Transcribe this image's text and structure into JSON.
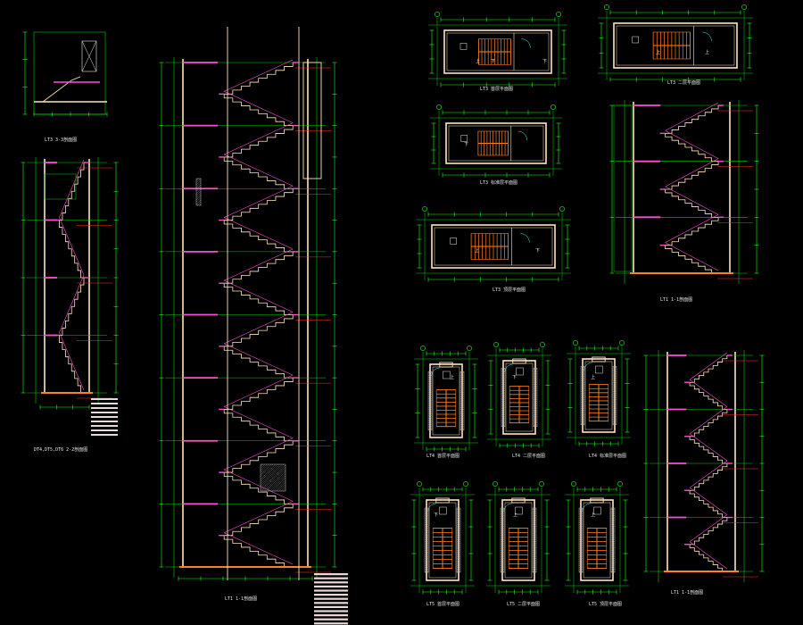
{
  "drawing": {
    "background": "#000000",
    "colors": {
      "grid": "#00d000",
      "dim": "#1aff1a",
      "wall": "#ffe5c0",
      "stair": "#ff8020",
      "axis": "#ff3030",
      "hatch": "#c0c0c0",
      "rail": "#ff4fd0",
      "cyan": "#40ffff",
      "text": "#e8e8e8"
    },
    "captions": [
      "LT3 3-3剖面图",
      "LT1 1-1剖面图",
      "DT4,DT5,DT6 2-2剖面图",
      "LT1 1-1剖面图",
      "LT1 1-1剖面图",
      "LT3 首层平面图",
      "LT3 二层平面图",
      "LT3 标准层平面图",
      "LT3 顶层平面图",
      "LT4 首层平面图",
      "LT4 二层平面图",
      "LT4 标准层平面图",
      "LT5 首层平面图",
      "LT5 二层平面图",
      "LT5 顶层平面图"
    ],
    "stair_tags": [
      "上",
      "下",
      "上",
      "下",
      "上",
      "上",
      "下",
      "上",
      "下",
      "上",
      "上",
      "下",
      "上",
      "下"
    ]
  }
}
